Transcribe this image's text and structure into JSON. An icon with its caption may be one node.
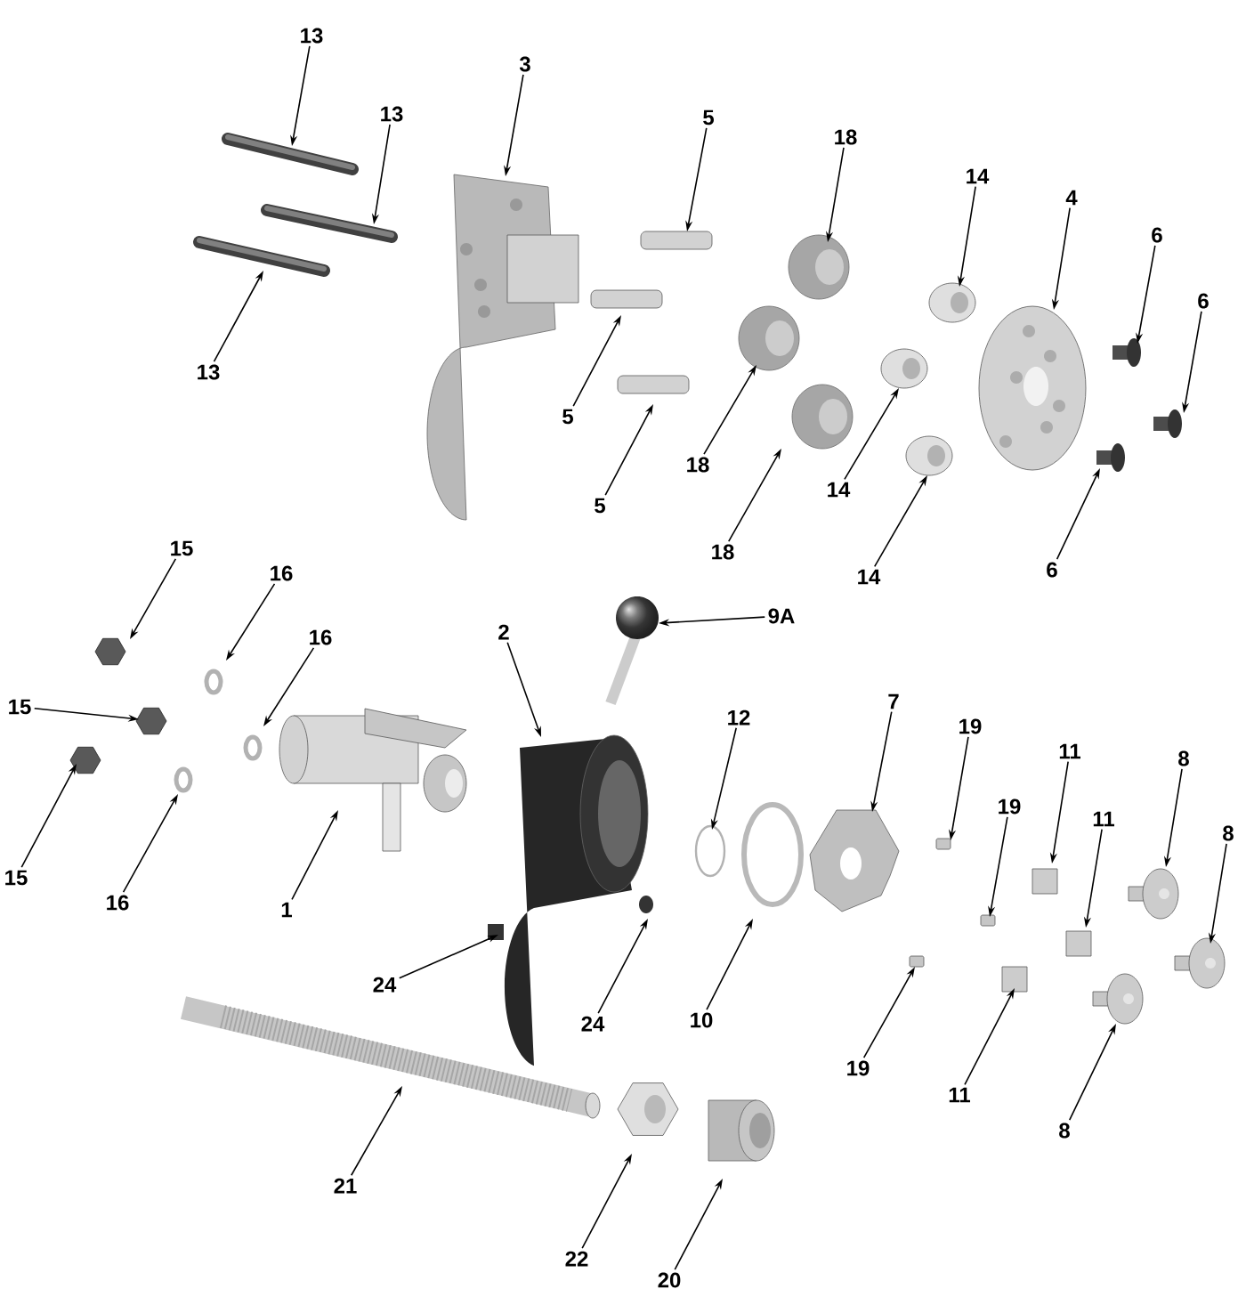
{
  "diagram": {
    "nodes": [
      {
        "text": [
          "13"
        ]
      },
      {
        "text": [
          "13"
        ]
      },
      {
        "text": [
          "13"
        ]
      },
      {
        "text": [
          "3"
        ]
      },
      {
        "text": [
          "5"
        ]
      },
      {
        "text": [
          "5"
        ]
      },
      {
        "text": [
          "5"
        ]
      },
      {
        "text": [
          "18"
        ]
      },
      {
        "text": [
          "18"
        ]
      },
      {
        "text": [
          "18"
        ]
      },
      {
        "text": [
          "14"
        ]
      },
      {
        "text": [
          "14"
        ]
      },
      {
        "text": [
          "14"
        ]
      },
      {
        "text": [
          "4"
        ]
      },
      {
        "text": [
          "6"
        ]
      },
      {
        "text": [
          "6"
        ]
      },
      {
        "text": [
          "6"
        ]
      },
      {
        "text": [
          "15"
        ]
      },
      {
        "text": [
          "16"
        ]
      },
      {
        "text": [
          "15"
        ]
      },
      {
        "text": [
          "16"
        ]
      },
      {
        "text": [
          "15"
        ]
      },
      {
        "text": [
          "16"
        ]
      },
      {
        "text": [
          "1"
        ]
      },
      {
        "text": [
          "2"
        ]
      },
      {
        "text": [
          "9A"
        ]
      },
      {
        "text": [
          "12"
        ]
      },
      {
        "text": [
          "7"
        ]
      },
      {
        "text": [
          "19"
        ]
      },
      {
        "text": [
          "11"
        ]
      },
      {
        "text": [
          "19"
        ]
      },
      {
        "text": [
          "11"
        ]
      },
      {
        "text": [
          "8"
        ]
      },
      {
        "text": [
          "8"
        ]
      },
      {
        "text": [
          "24"
        ]
      },
      {
        "text": [
          "24"
        ]
      },
      {
        "text": [
          "10"
        ]
      },
      {
        "text": [
          "19"
        ]
      },
      {
        "text": [
          "11"
        ]
      },
      {
        "text": [
          "8"
        ]
      },
      {
        "text": [
          "21"
        ]
      },
      {
        "text": [
          "22"
        ]
      },
      {
        "text": [
          "20"
        ]
      }
    ],
    "edges": [
      {
        "from": 0,
        "to": null,
        "arrow": "to"
      },
      {
        "from": 1,
        "to": null,
        "arrow": "to"
      },
      {
        "from": 2,
        "to": null,
        "arrow": "to"
      },
      {
        "from": 3,
        "to": null,
        "arrow": "to"
      },
      {
        "from": 4,
        "to": null,
        "arrow": "to"
      },
      {
        "from": 5,
        "to": null,
        "arrow": "to"
      },
      {
        "from": 6,
        "to": null,
        "arrow": "to"
      },
      {
        "from": 7,
        "to": null,
        "arrow": "to"
      },
      {
        "from": 8,
        "to": null,
        "arrow": "to"
      },
      {
        "from": 9,
        "to": null,
        "arrow": "to"
      },
      {
        "from": 10,
        "to": null,
        "arrow": "to"
      },
      {
        "from": 11,
        "to": null,
        "arrow": "to"
      },
      {
        "from": 12,
        "to": null,
        "arrow": "to"
      },
      {
        "from": 13,
        "to": null,
        "arrow": "to"
      },
      {
        "from": 14,
        "to": null,
        "arrow": "to"
      },
      {
        "from": 15,
        "to": null,
        "arrow": "to"
      },
      {
        "from": 16,
        "to": null,
        "arrow": "to"
      },
      {
        "from": 17,
        "to": null,
        "arrow": "to"
      },
      {
        "from": 18,
        "to": null,
        "arrow": "to"
      },
      {
        "from": 19,
        "to": null,
        "arrow": "to"
      },
      {
        "from": 20,
        "to": null,
        "arrow": "to"
      },
      {
        "from": 21,
        "to": null,
        "arrow": "to"
      },
      {
        "from": 22,
        "to": null,
        "arrow": "to"
      },
      {
        "from": 23,
        "to": null,
        "arrow": "to"
      },
      {
        "from": 24,
        "to": null,
        "arrow": "to"
      },
      {
        "from": 25,
        "to": null,
        "arrow": "to"
      },
      {
        "from": 26,
        "to": null,
        "arrow": "to"
      },
      {
        "from": 27,
        "to": null,
        "arrow": "to"
      },
      {
        "from": 28,
        "to": null,
        "arrow": "to"
      },
      {
        "from": 29,
        "to": null,
        "arrow": "to"
      },
      {
        "from": 30,
        "to": null,
        "arrow": "to"
      },
      {
        "from": 31,
        "to": null,
        "arrow": "to"
      },
      {
        "from": 32,
        "to": null,
        "arrow": "to"
      },
      {
        "from": 33,
        "to": null,
        "arrow": "to"
      },
      {
        "from": 34,
        "to": null,
        "arrow": "to"
      },
      {
        "from": 35,
        "to": null,
        "arrow": "to"
      },
      {
        "from": 36,
        "to": null,
        "arrow": "to"
      },
      {
        "from": 37,
        "to": null,
        "arrow": "to"
      },
      {
        "from": 38,
        "to": null,
        "arrow": "to"
      },
      {
        "from": 39,
        "to": null,
        "arrow": "to"
      },
      {
        "from": 40,
        "to": null,
        "arrow": "to"
      },
      {
        "from": 41,
        "to": null,
        "arrow": "to"
      },
      {
        "from": 42,
        "to": null,
        "arrow": "to"
      }
    ]
  }
}
